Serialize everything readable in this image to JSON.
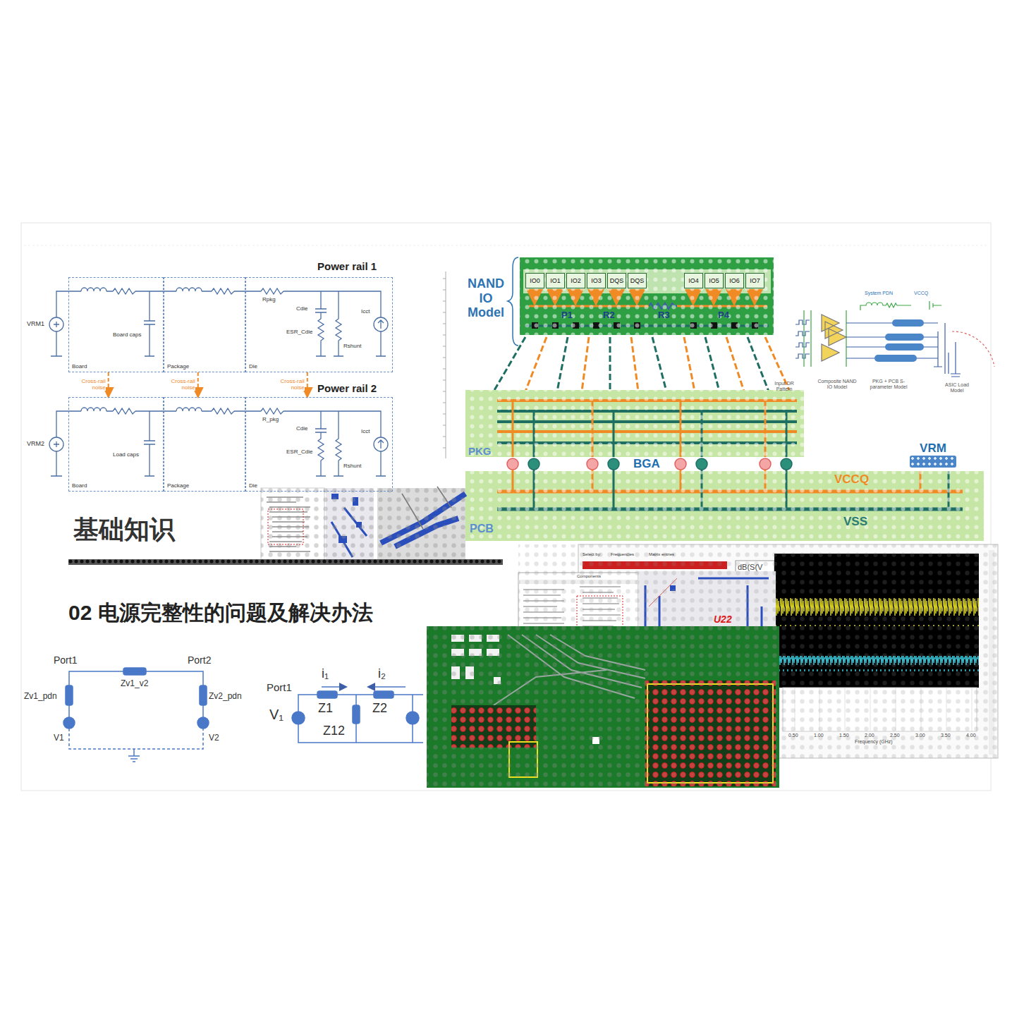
{
  "diagram": {
    "nodes": [
      {
        "text": [
          "Board"
        ]
      },
      {
        "text": [
          "Package"
        ]
      },
      {
        "text": [
          "Die"
        ]
      },
      {
        "text": [
          "Board"
        ]
      },
      {
        "text": [
          "Package"
        ]
      },
      {
        "text": [
          "Die"
        ]
      },
      {
        "text": [
          "VRM"
        ]
      },
      {
        "text": [
          "IO0"
        ]
      },
      {
        "text": [
          "IO1"
        ]
      },
      {
        "text": [
          "IO2"
        ]
      },
      {
        "text": [
          "IO3"
        ]
      },
      {
        "text": [
          "DQS"
        ]
      },
      {
        "text": [
          "DQS"
        ]
      },
      {
        "text": [
          "IO4"
        ]
      },
      {
        "text": [
          "IO5"
        ]
      },
      {
        "text": [
          "IO6"
        ]
      },
      {
        "text": [
          "IO7"
        ]
      }
    ],
    "edges": [
      {
        "from": 0,
        "to": 3,
        "arrow": "to",
        "label": "Cross-rail noise"
      },
      {
        "from": 1,
        "to": 4,
        "arrow": "to",
        "label": "Cross-rail noise"
      },
      {
        "from": 2,
        "to": 5,
        "arrow": "to",
        "label": "Cross-rail noise"
      }
    ],
    "labels": [
      "Power rail 1",
      "VRM1",
      "Board caps",
      "Rpkg",
      "Cdie",
      "ESR_Cdie",
      "Rshunt",
      "Icct",
      "Power rail 2",
      "VRM2",
      "Load caps",
      "R_pkg",
      "Cdie",
      "ESR_Cdie",
      "Rshunt",
      "Icct",
      "NAND IO Model",
      "P1",
      "R2",
      "R3",
      "P4",
      "PKG",
      "BGA",
      "VCCQ",
      "PCB",
      "VSS",
      "System PDN",
      "VCCQ",
      "Input DR Pattern",
      "Composite NAND IO Model",
      "PKG + PCB S-parameter Model",
      "ASIC Load Model",
      "基础知识",
      "02 电源完整性的问题及解决办法",
      "Port1",
      "Zv1_v2",
      "Port2",
      "Zv1_pdn",
      "Zv2_pdn",
      "V1",
      "V2",
      "Port1",
      "i₁",
      "i₂",
      "Z1",
      "Z2",
      "Z12",
      "V₁",
      "Select by:",
      "Frequencies",
      "Matrix entries",
      "dB(S(V",
      "U22",
      "0.50",
      "1.00",
      "1.50",
      "2.00",
      "2.50",
      "3.00",
      "3.50",
      "4.00",
      "Frequency (GHz)",
      "Components"
    ]
  }
}
